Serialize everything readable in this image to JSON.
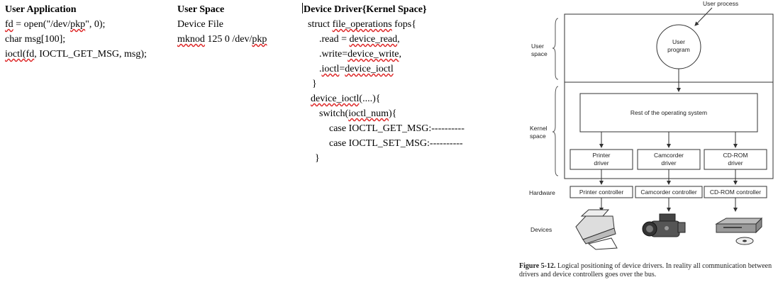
{
  "app": {
    "header": "User Application",
    "lines": [
      "fd = open(\"/dev/pkp\", 0);",
      "char msg[100];",
      "ioctl(fd, IOCTL_GET_MSG, msg);"
    ]
  },
  "user_space": {
    "header": "User Space",
    "lines": [
      "Device File",
      "mknod 125 0 /dev/pkp"
    ]
  },
  "driver": {
    "header": "Device Driver{Kernel Space}",
    "lines": [
      "struct file_operations fops{",
      ".read = device_read,",
      ".write=device_write,",
      ".ioctl=device_ioctl",
      "}",
      "device_ioctl(....){",
      "switch(ioctl_num){",
      "case IOCTL_GET_MSG:----------",
      "case IOCTL_SET_MSG:----------",
      "}"
    ]
  },
  "diagram": {
    "user_process": "User process",
    "user_program": [
      "User",
      "program"
    ],
    "user_space": [
      "User",
      "space"
    ],
    "kernel_space": [
      "Kernel",
      "space"
    ],
    "rest_os": "Rest of the operating system",
    "drivers": [
      [
        "Printer",
        "driver"
      ],
      [
        "Camcorder",
        "driver"
      ],
      [
        "CD-ROM",
        "driver"
      ]
    ],
    "hardware": "Hardware",
    "controllers": [
      "Printer controller",
      "Camcorder controller",
      "CD-ROM controller"
    ],
    "devices": "Devices"
  },
  "caption": {
    "label": "Figure 5-12.",
    "text": "Logical positioning of device drivers. In reality all communication between drivers and device controllers goes over the bus."
  }
}
